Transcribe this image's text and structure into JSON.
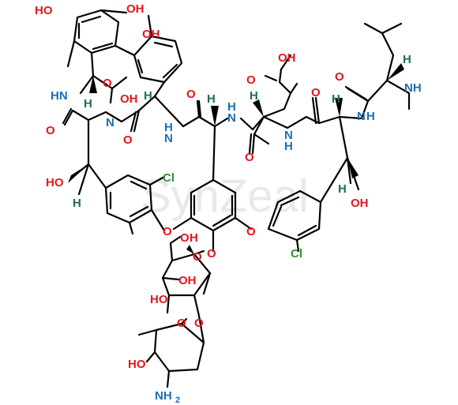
{
  "watermark": "SynZeal",
  "colors": {
    "oxygen": "#e8141c",
    "nitrogen": "#1a6fb5",
    "chlorine": "#2f8f2f",
    "hydrogen": "#1a6f5a",
    "bond": "#000000"
  },
  "labels": {
    "oh_top_left": "HO",
    "oh_top_mid": "OH",
    "oh_top_phenol": "OH",
    "oh_acid_top": "OH",
    "o_acid_top": "O",
    "o_leu_amide": "O",
    "h_leu": "H",
    "nh_methyl": "NH",
    "hn_left": "HN",
    "oh_cooh_left": "OH",
    "o_cooh_left": "O",
    "o_amide_a": "O",
    "o_amide_b": "O",
    "o_amide_c": "O",
    "o_amide_d": "O",
    "o_amide_e": "O",
    "n_a": "N",
    "n_b": "N",
    "n_c": "N",
    "n_d": "N",
    "n_e": "N",
    "h_n_a": "H",
    "h_n_b": "H",
    "h_n_c": "H",
    "h_n_d": "H",
    "h_n_e": "H",
    "h_ca_1": "H",
    "h_ca_2": "H",
    "h_ca_3": "H",
    "h_ca_4": "H",
    "h_ca_5": "H",
    "oh_benzyl_left": "HO",
    "h_benzyl_left": "H",
    "cl_left": "Cl",
    "cl_right": "Cl",
    "oh_benzyl_right": "OH",
    "h_benzyl_right": "H",
    "o_ether_left": "O",
    "o_ether_right": "O",
    "o_glycoside": "O",
    "o_ring_glc": "O",
    "o_ch2_glc": "O",
    "h_ch2oh_glc": "H",
    "oh_glc_1": "OH",
    "ho_glc_2": "HO",
    "o_link_sugar": "O",
    "o_ring_van": "O",
    "ho_van": "HO",
    "nh2_van": "NH",
    "nh2_sub": "2"
  }
}
